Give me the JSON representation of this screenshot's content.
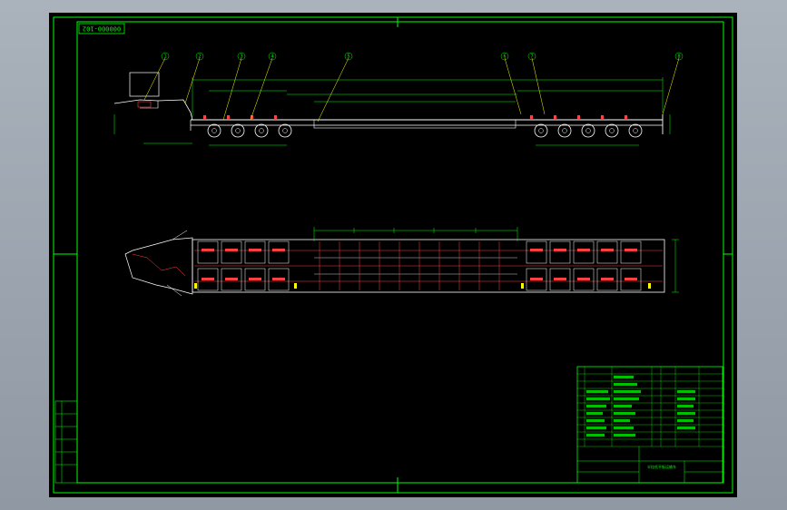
{
  "drawing": {
    "number": "000000-102",
    "balloons": [
      "1",
      "2",
      "3",
      "4",
      "5",
      "6",
      "7",
      "8"
    ],
    "title_block_name": "半挂低平板运输车"
  },
  "colors": {
    "background": "#000000",
    "frame": "#00ff00",
    "geometry": "#ffffff",
    "dimension": "#00ff00",
    "detail": "#ff4040",
    "leader": "#ffff00"
  }
}
